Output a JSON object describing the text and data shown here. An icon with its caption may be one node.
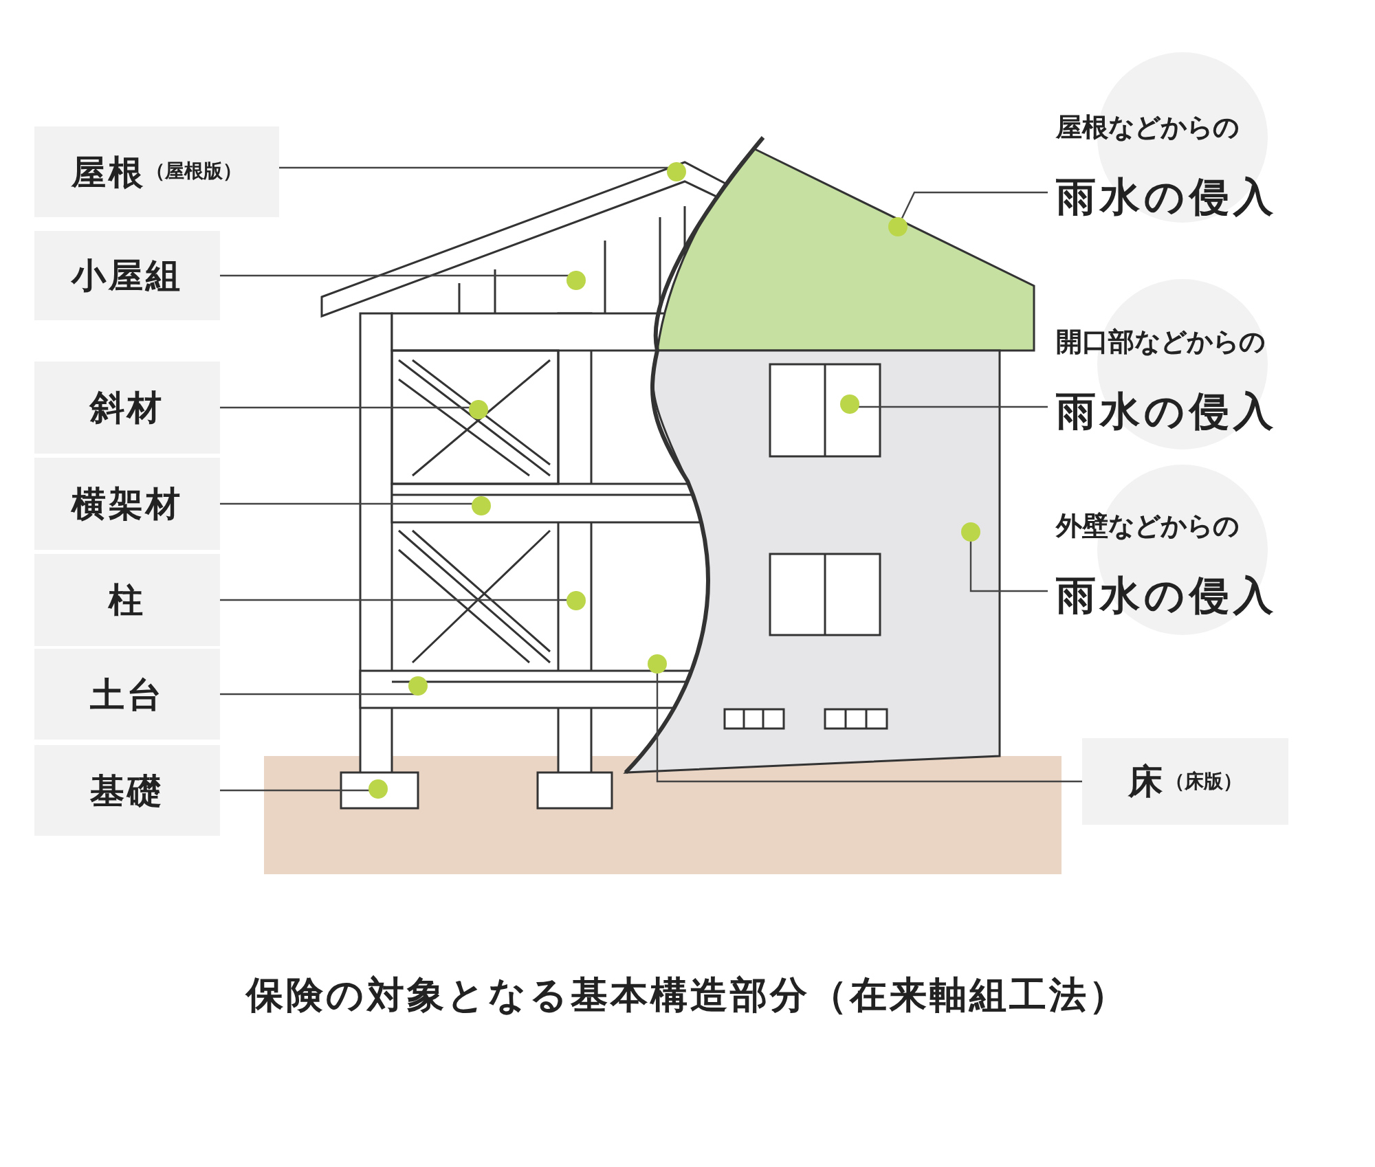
{
  "diagram": {
    "caption": "保険の対象となる基本構造部分（在来軸組工法）",
    "nodes": [
      {
        "text": [
          "屋根",
          "（屋根版）"
        ]
      },
      {
        "text": [
          "小屋組"
        ]
      },
      {
        "text": [
          "斜材"
        ]
      },
      {
        "text": [
          "横架材"
        ]
      },
      {
        "text": [
          "柱"
        ]
      },
      {
        "text": [
          "土台"
        ]
      },
      {
        "text": [
          "基礎"
        ]
      },
      {
        "text": [
          "床",
          "（床版）"
        ]
      },
      {
        "text": [
          "屋根などからの",
          "雨水の侵入"
        ]
      },
      {
        "text": [
          "開口部などからの",
          "雨水の侵入"
        ]
      },
      {
        "text": [
          "外壁などからの",
          "雨水の侵入"
        ]
      },
      {
        "text": [],
        "shape": "circle"
      },
      {
        "text": [],
        "shape": "circle"
      },
      {
        "text": [],
        "shape": "circle"
      },
      {
        "text": [],
        "shape": "circle"
      },
      {
        "text": [],
        "shape": "circle"
      },
      {
        "text": [],
        "shape": "circle"
      },
      {
        "text": [],
        "shape": "circle"
      },
      {
        "text": [],
        "shape": "circle"
      },
      {
        "text": [],
        "shape": "circle"
      },
      {
        "text": [],
        "shape": "circle"
      },
      {
        "text": [],
        "shape": "circle"
      }
    ],
    "edges": [
      {
        "from": 0,
        "to": 11,
        "arrow": "none"
      },
      {
        "from": 1,
        "to": 13,
        "arrow": "none"
      },
      {
        "from": 2,
        "to": 15,
        "arrow": "none"
      },
      {
        "from": 3,
        "to": 16,
        "arrow": "none"
      },
      {
        "from": 4,
        "to": 18,
        "arrow": "none"
      },
      {
        "from": 5,
        "to": 20,
        "arrow": "none"
      },
      {
        "from": 6,
        "to": 21,
        "arrow": "none"
      },
      {
        "from": 7,
        "to": 19,
        "arrow": "none"
      },
      {
        "from": 8,
        "to": 12,
        "arrow": "none"
      },
      {
        "from": 9,
        "to": 14,
        "arrow": "none"
      },
      {
        "from": 10,
        "to": 17,
        "arrow": "none"
      }
    ]
  }
}
